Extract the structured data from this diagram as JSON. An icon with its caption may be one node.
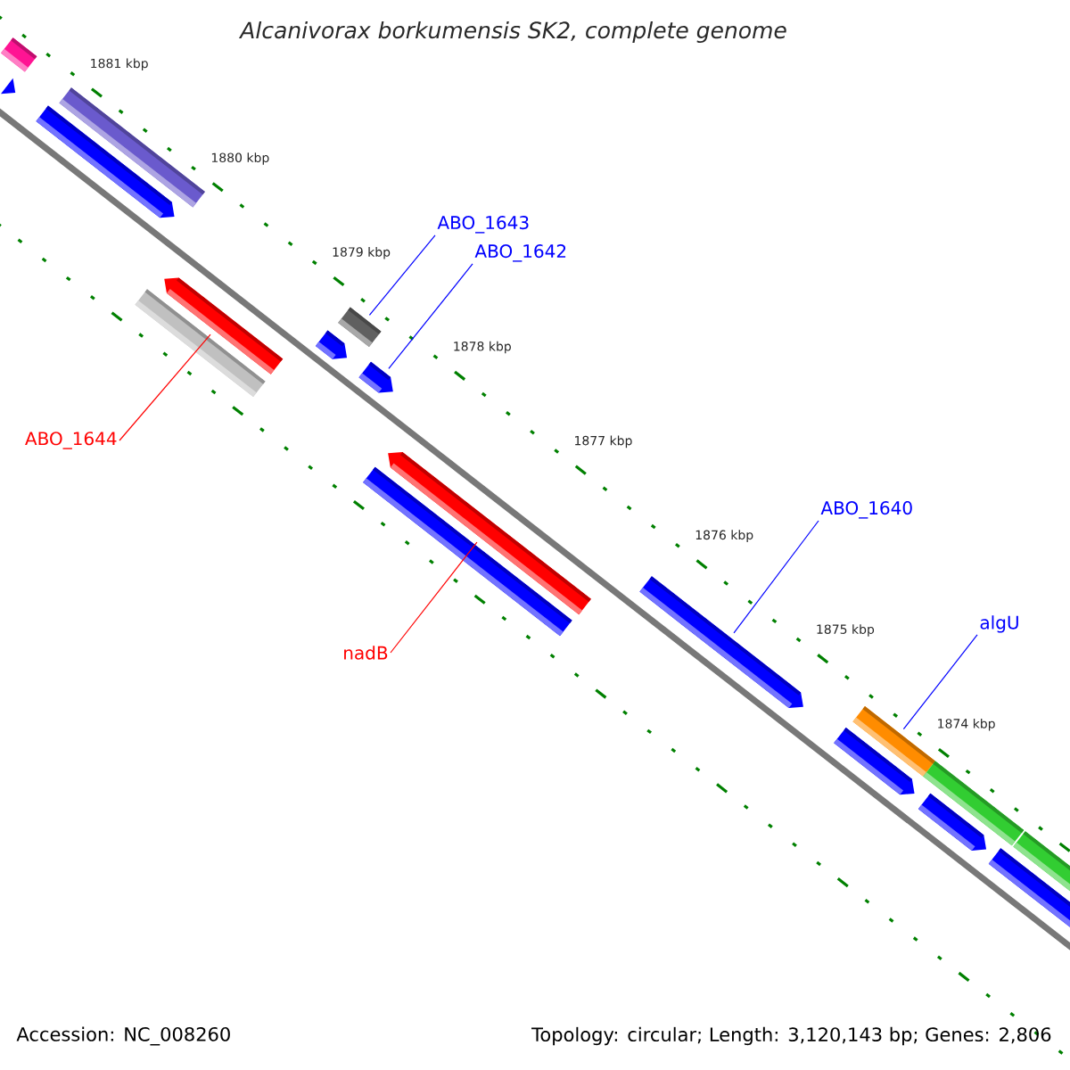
{
  "diagram": {
    "title": "Alcanivorax borkumensis SK2, complete genome",
    "nodes": [
      {
        "text": [
          "ABO_1643"
        ]
      },
      {
        "text": [
          "ABO_1642"
        ]
      },
      {
        "text": [
          "ABO_1644"
        ]
      },
      {
        "text": [
          "nadB"
        ]
      },
      {
        "text": [
          "ABO_1640"
        ]
      },
      {
        "text": [
          "algU"
        ]
      },
      {
        "text": [],
        "shape": "arrow"
      },
      {
        "text": [],
        "shape": "box"
      },
      {
        "text": [],
        "shape": "arrow"
      },
      {
        "text": [],
        "shape": "box"
      },
      {
        "text": [],
        "shape": "box"
      },
      {
        "text": [],
        "shape": "arrow"
      },
      {
        "text": [],
        "shape": "arrow"
      },
      {
        "text": [],
        "shape": "box"
      },
      {
        "text": [],
        "shape": "arrow"
      },
      {
        "text": [],
        "shape": "box"
      },
      {
        "text": [],
        "shape": "arrow"
      },
      {
        "text": [],
        "shape": "arrow"
      },
      {
        "text": [],
        "shape": "arrow"
      },
      {
        "text": [],
        "shape": "box"
      },
      {
        "text": [],
        "shape": "box"
      },
      {
        "text": [],
        "shape": "arrow"
      },
      {
        "text": [],
        "shape": "arrow"
      },
      {
        "text": [],
        "shape": "box"
      }
    ],
    "edges": [
      {
        "from": 0,
        "to": 13,
        "arrow": "none"
      },
      {
        "from": 1,
        "to": 14,
        "arrow": "none"
      },
      {
        "from": 2,
        "to": 11,
        "arrow": "none",
        "color": "#ff0000"
      },
      {
        "from": 3,
        "to": 16,
        "arrow": "none",
        "color": "#ff0000"
      },
      {
        "from": 4,
        "to": 17,
        "arrow": "none"
      },
      {
        "from": 5,
        "to": 19,
        "arrow": "none"
      }
    ],
    "labels": [
      "1881 kbp",
      "1880 kbp",
      "1879 kbp",
      "1878 kbp",
      "1877 kbp",
      "1876 kbp",
      "1875 kbp",
      "1874 kbp",
      "Accession: NC_008260",
      "Topology: circular; Length: 3,120,143 bp; Genes: 2,806"
    ]
  }
}
